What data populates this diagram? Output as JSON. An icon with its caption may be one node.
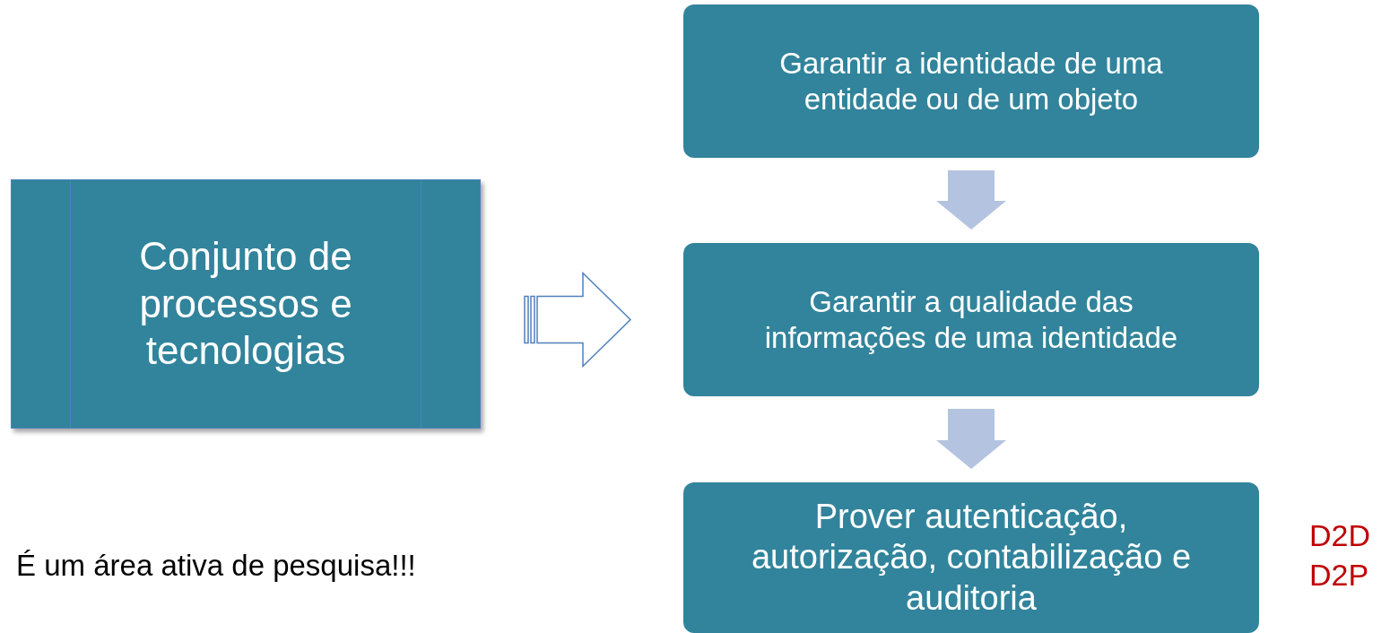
{
  "diagram": {
    "nodes": [
      {
        "text": [
          "Conjunto de processos e tecnologias"
        ]
      },
      {
        "text": [
          "Garantir a identidade de uma entidade ou de um objeto"
        ]
      },
      {
        "text": [
          "Garantir a qualidade das informações de uma identidade"
        ]
      },
      {
        "text": [
          "Prover autenticação, autorização, contabilização e auditoria"
        ],
        "beside": [
          "D2D",
          "D2P"
        ]
      }
    ],
    "edges": [
      {
        "from": 0,
        "to": 2,
        "arrow": "to",
        "color": "#4f81bd"
      },
      {
        "from": 1,
        "to": 2,
        "arrow": "to"
      },
      {
        "from": 2,
        "to": 3,
        "arrow": "to"
      }
    ],
    "labels": [
      "É um área ativa de pesquisa!!!"
    ]
  }
}
